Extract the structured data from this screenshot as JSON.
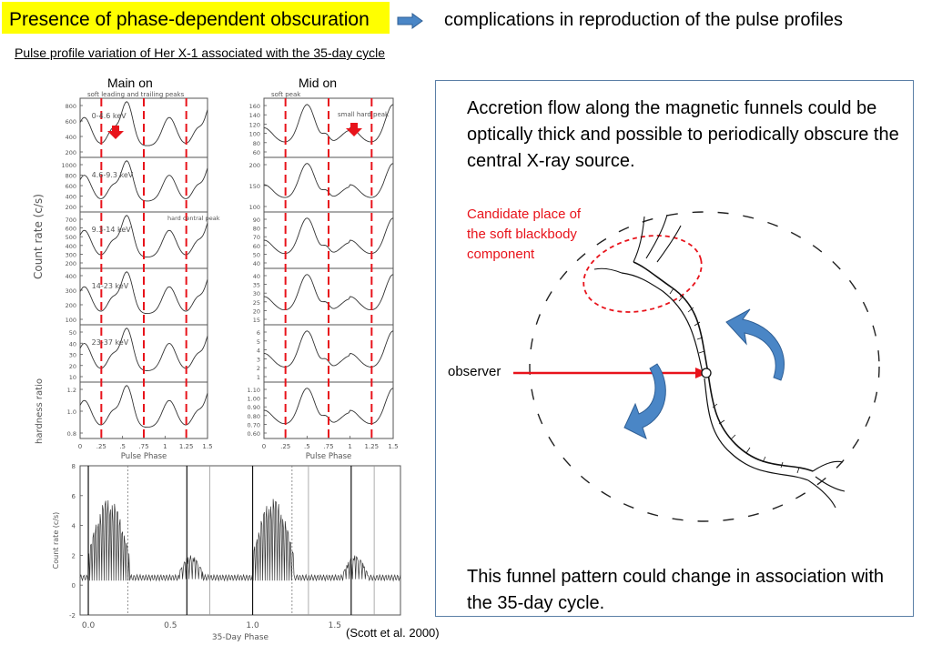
{
  "header": {
    "title": "Presence of phase-dependent obscuration",
    "arrow_icon": "right-arrow-icon",
    "headline": "complications in reproduction of the pulse profiles"
  },
  "subtitle": "Pulse profile variation of Her X-1 associated with the 35-day cycle",
  "figure_left": {
    "label_main_on": "Main on",
    "label_mid_on": "Mid on",
    "ylabel": "Count rate (c/s)",
    "hardness_label": "hardness ratio",
    "xlabel": "Pulse Phase",
    "bands": [
      "0-4.6 keV",
      "4.6-9.3 keV",
      "9.3-14 keV",
      "14-23 keV",
      "23-37 keV"
    ],
    "annotations": {
      "soft_peaks": "soft leading and trailing peaks",
      "hard_central": "hard central peak",
      "soft_peak": "soft peak",
      "small_hard": "small hard peak"
    },
    "x_ticks": [
      "0",
      ".25",
      ".5",
      ".75",
      "1",
      "1.25",
      "1.5"
    ],
    "left_y_ticks": [
      [
        "800",
        "600",
        "400",
        "200"
      ],
      [
        "1000",
        "800",
        "600",
        "400",
        "200"
      ],
      [
        "700",
        "600",
        "500",
        "400",
        "300",
        "200"
      ],
      [
        "400",
        "300",
        "200",
        "100"
      ],
      [
        "50",
        "40",
        "30",
        "20",
        "10"
      ],
      [
        "1.2",
        "1.0",
        "0.8"
      ]
    ],
    "right_y_ticks": [
      [
        "160",
        "140",
        "120",
        "100",
        "80",
        "60"
      ],
      [
        "200",
        "150",
        "100"
      ],
      [
        "90",
        "80",
        "70",
        "60",
        "50",
        "40"
      ],
      [
        "40",
        "35",
        "30",
        "25",
        "20",
        "15"
      ],
      [
        "6",
        "5",
        "4",
        "3",
        "2",
        "1"
      ],
      [
        "1.10",
        "1.00",
        "0.90",
        "0.80",
        "0.70",
        "0.60"
      ]
    ]
  },
  "figure_bottom": {
    "ylabel": "Count rate (c/s)",
    "xlabel": "35-Day Phase",
    "x_ticks": [
      "0.0",
      "0.5",
      "1.0",
      "1.5"
    ],
    "y_ticks": [
      "8",
      "6",
      "4",
      "2",
      "0",
      "-2"
    ]
  },
  "right_box": {
    "para1": "Accretion flow along the magnetic funnels could be optically thick and possible to periodically obscure the central X-ray source.",
    "candidate": "Candidate place of the soft blackbody component",
    "observer": "observer",
    "para2": "This funnel pattern could change in association with the 35-day cycle."
  },
  "citation": "(Scott et al. 2000)",
  "colors": {
    "highlight": "#ffff00",
    "red": "#e8131b",
    "box_border": "#5b7fa6",
    "curved_arrow": "#4a86c6"
  }
}
